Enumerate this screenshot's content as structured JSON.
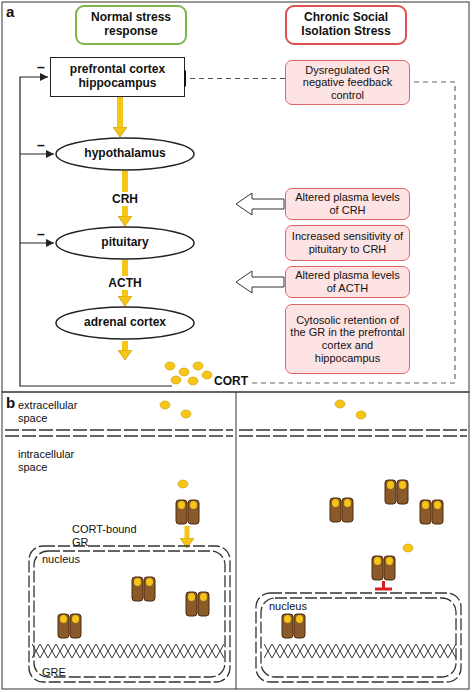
{
  "diagram": {
    "nodes": [
      {
        "text": [
          "Normal stress response"
        ]
      },
      {
        "text": [
          "Chronic Social Isolation Stress"
        ]
      },
      {
        "text": [
          "prefrontal cortex hippocampus"
        ]
      },
      {
        "text": [
          "Dysregulated GR negative feedback control"
        ]
      },
      {
        "text": [
          "hypothalamus"
        ]
      },
      {
        "text": [
          "Altered plasma levels of CRH"
        ]
      },
      {
        "text": [
          "pituitary"
        ]
      },
      {
        "text": [
          "Increased sensitivity of pituitary to CRH"
        ]
      },
      {
        "text": [
          "Altered plasma levels of ACTH"
        ]
      },
      {
        "text": [
          "adrenal cortex"
        ]
      },
      {
        "text": [
          "Cytosolic retention of the GR in the prefrontal cortex and hippocampus"
        ]
      },
      {
        "text": [
          "nucleus"
        ]
      },
      {
        "text": [
          "nucleus"
        ]
      }
    ],
    "edges": [
      {
        "from": 2,
        "to": 4,
        "arrow": "to"
      },
      {
        "from": 4,
        "to": 6,
        "label": "CRH",
        "arrow": "to"
      },
      {
        "from": 6,
        "to": 9,
        "label": "ACTH",
        "arrow": "to"
      },
      {
        "from": 3,
        "to": 2,
        "arrow": "to"
      }
    ],
    "labels": [
      "a",
      "–",
      "–",
      "–",
      "CORT",
      "b",
      "extracellular space",
      "intracellular space",
      "CORT-bound GR",
      "GRE"
    ]
  }
}
